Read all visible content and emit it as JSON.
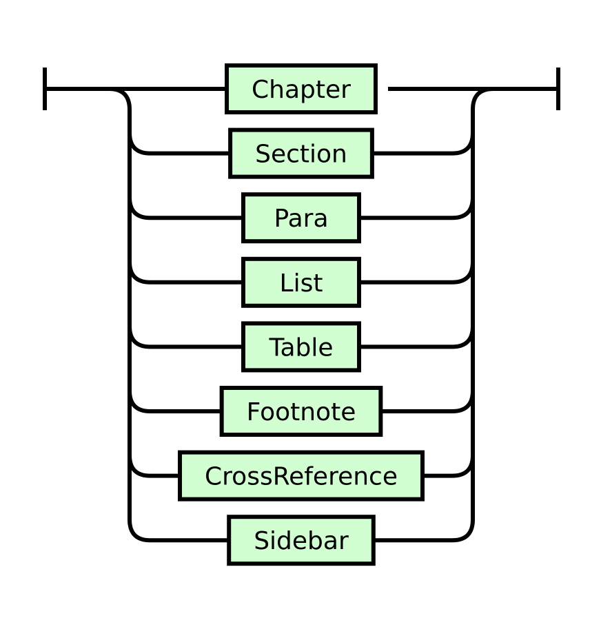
{
  "diagram": {
    "type": "railroad",
    "colors": {
      "box_fill": "#d2ffd2",
      "line": "#000000",
      "background": "#ffffff"
    },
    "alternatives": [
      {
        "label": "Chapter"
      },
      {
        "label": "Section"
      },
      {
        "label": "Para"
      },
      {
        "label": "List"
      },
      {
        "label": "Table"
      },
      {
        "label": "Footnote"
      },
      {
        "label": "CrossReference"
      },
      {
        "label": "Sidebar"
      }
    ]
  }
}
